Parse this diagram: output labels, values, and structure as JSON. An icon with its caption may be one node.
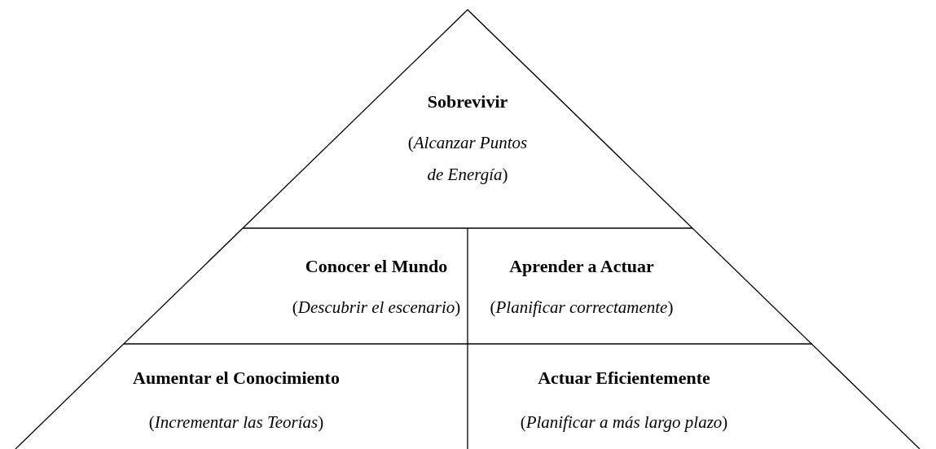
{
  "diagram": {
    "nodes": [
      {
        "text": [
          "Sobrevivir",
          "(*Alcanzar Puntos de Energía*)"
        ]
      },
      {
        "text": [
          "Conocer el Mundo",
          "(*Descubrir el escenario*)"
        ]
      },
      {
        "text": [
          "Aprender a Actuar",
          "(*Planificar correctamente*)"
        ]
      },
      {
        "text": [
          "Aumentar el Conocimiento",
          "(*Incrementar las Teorías*)"
        ]
      },
      {
        "text": [
          "Actuar Eficientemente",
          "(*Planificar a más largo plazo*)"
        ]
      }
    ]
  }
}
